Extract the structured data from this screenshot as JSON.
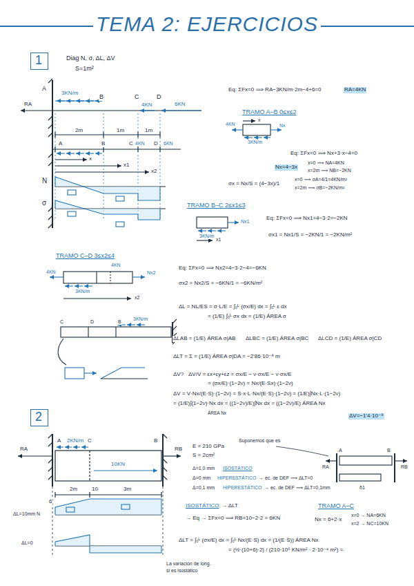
{
  "diagram": {
    "title": "TEMA 2: EJERCICIOS",
    "nodes": [
      {
        "text": [
          "1"
        ]
      },
      {
        "text": [
          "2"
        ]
      }
    ],
    "labels": [
      "Diag N, σ, ΔL, ΔV",
      "S=1m²",
      "A",
      "3KN/m",
      "B",
      "C",
      "D",
      "4KN",
      "6KN",
      "RA",
      "2m",
      "1m",
      "1m",
      "A",
      "B",
      "C",
      "4KN",
      "D",
      "6KN",
      "x",
      "x1",
      "x2",
      "N",
      "σ",
      "Eq: ΣFx=0 ⟹ RA−3KN/m·2m−4+6=0",
      "RA=4KN",
      "TRAMO A–B  0≤x≤2",
      "4KN",
      "Nx",
      "3KN/m",
      "x",
      "Eq: ΣFx=0 ⟹ Nx+3·x−4=0",
      "Nx=4−3x",
      "x=0 ⟹ NA=4KN",
      "x=2m ⟹ NB=−2KN",
      "σx = Nx/S = (4−3x)/1",
      "x=0 ⟹ σA=4/1=4KN/m²",
      "x=2m ⟹ σB=−2KN/m²",
      "TRAMO B–C  2≤x1≤3",
      "Nx1",
      "3KN/m",
      "x1",
      "Eq: ΣFx=0 ⟹ Nx1=4−3·2=−2KN",
      "σx1 = Nx1/S = −2KN/1 = −2KN/m²",
      "TRAMO C–D  3≤x2≤4",
      "4KN",
      "4KN",
      "Nx2",
      "3KN/m",
      "x2",
      "Eq: ΣFx=0 ⟹ Nx2=4−3·2−4=−6KN",
      "σx2 = Nx2/S = −6KN/1 = −6KN/m²",
      "ΔL = NL/ES = σ·L/E = ∫₀ᴸ (σx/E) dx = ∫₀ᴸ ε dx",
      "= (1/E) ∫₀ᴸ σx dx = (1/E) ÁREA σ",
      "ΔLAB = (1/E) ÁREA σ|AB",
      "ΔLBC = (1/E) ÁREA σ|BC",
      "ΔLCD = (1/E) ÁREA σ|CD",
      "ΔLT = Σ = (1/E) ÁREA σ|DA = −2'86·10⁻⁸ m",
      "ΔV?",
      "ΔV/V = εx+εy+εz = σx/E − ν·σx/E − ν·σx/E",
      "= (σx/E)·(1−2ν) = Nx/(E·Sx)·(1−2ν)",
      "ΔV = V·Nx/(E·S)·(1−2ν) = S·x·L·Nx/(E·S)·(1−2ν) = (1/E)∫Nx·L·(1−2ν)",
      "= (1/E)∫(1−2ν)·Nx dx = ((1−2ν)/E)∫Nx dx = ((1−2ν)/E) ÁREA Nx",
      "ÁREA Nx",
      "ΔV=−1'4·10⁻⁸",
      "C",
      "D",
      "B",
      "3KN/m",
      "2KN/m",
      "C",
      "B",
      "A",
      "RA",
      "RB",
      "10KN",
      "2m",
      "3m",
      "E = 210 GPa",
      "S = 2cm²",
      "Suponemos que es",
      "Δ=1,0 mm",
      "ISOSTÁTICO",
      "Δ=0 mm",
      "HIPERESTÁTICO",
      "→ ec. de DEF ⟹ ΔLT=0",
      "Δ=0,1 mm",
      "HIPERESTÁTICO",
      "→ ec. de DEF ⟹ ΔLT=0,1mm",
      "A",
      "B",
      "RA",
      "RB",
      "δ1",
      "6",
      "10",
      "ΔL=10mm N",
      "ΔL=0",
      "ISOSTÁTICO",
      "→ ΔLT",
      "→ Eq → ΣFx=0 ⟹ RB=10−2·2 = 6KN",
      "TRAMO A–C",
      "Nx = 6+2·x",
      "x=0 → NA=6KN",
      "x=2 → NC=10KN",
      "ΔLT = ∫₀ᴸ (σx/E) dx = ∫₀ᴸ Nx/(E·S) dx = (1/(E·S)) ÁREA Nx",
      "= (½·(10+6)·2) / (210·10⁶ KN/m² · 2·10⁻⁴ m²) =",
      "La variación de long.",
      "si es isostático"
    ]
  }
}
